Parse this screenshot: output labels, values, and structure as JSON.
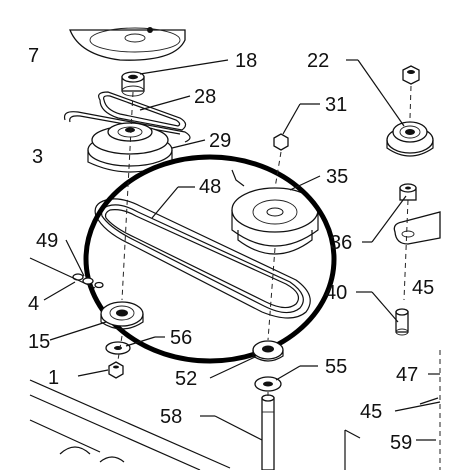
{
  "diagram": {
    "labels": {
      "l7": "7",
      "l3": "3",
      "l4": "4",
      "l15": "15",
      "l1": "1",
      "l18": "18",
      "l28": "28",
      "l29": "29",
      "l22": "22",
      "l31": "31",
      "l35": "35",
      "l48": "48",
      "l49": "49",
      "l36": "36",
      "l40": "40",
      "l45a": "45",
      "l56": "56",
      "l52": "52",
      "l55": "55",
      "l47": "47",
      "l45b": "45",
      "l58": "58",
      "l59": "59"
    },
    "colors": {
      "ink": "#111111",
      "background": "#ffffff",
      "highlight": "#000000"
    }
  }
}
